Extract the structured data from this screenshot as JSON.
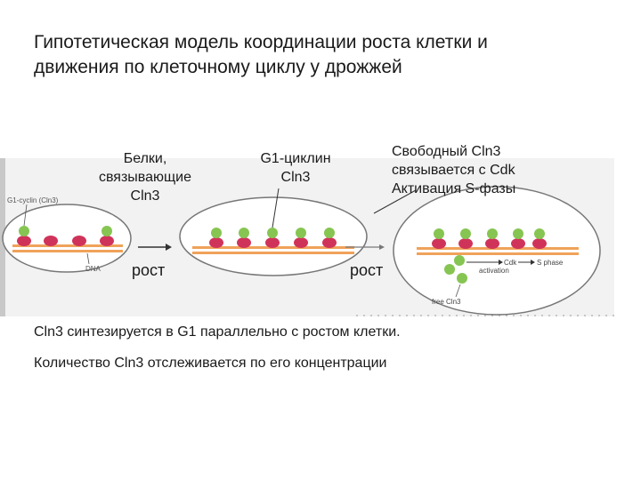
{
  "title": {
    "line1": "Гипотетическая модель координации роста клетки и",
    "line2": "движения по клеточному циклу у дрожжей"
  },
  "labels": {
    "binding_proteins": [
      "Белки,",
      "связывающие",
      "Cln3"
    ],
    "g1_cyclin": [
      "G1-циклин",
      "Cln3"
    ],
    "free_cln3": [
      "Свободный Cln3",
      "связывается с Cdk",
      "Активация S-фазы"
    ],
    "growth_1": "рост",
    "growth_2": "рост"
  },
  "figure_text": {
    "g1_cyclin_tag": "G1-cyclin (Cln3)",
    "dna": "DNA",
    "cdk_activation": [
      "Cdk",
      "activation"
    ],
    "s_phase": "S phase",
    "free_cln3": "free Cln3"
  },
  "notes": {
    "line1": "Cln3 синтезируется в G1 параллельно с ростом клетки.",
    "line2": "Количество Cln3 отслеживается по его концентрации"
  },
  "colors": {
    "protein": "#d0335a",
    "cyclin": "#86c552",
    "dna_orange": "#f0a25a",
    "cell_outline": "#777777",
    "fig_bg": "#f4f4f4"
  }
}
